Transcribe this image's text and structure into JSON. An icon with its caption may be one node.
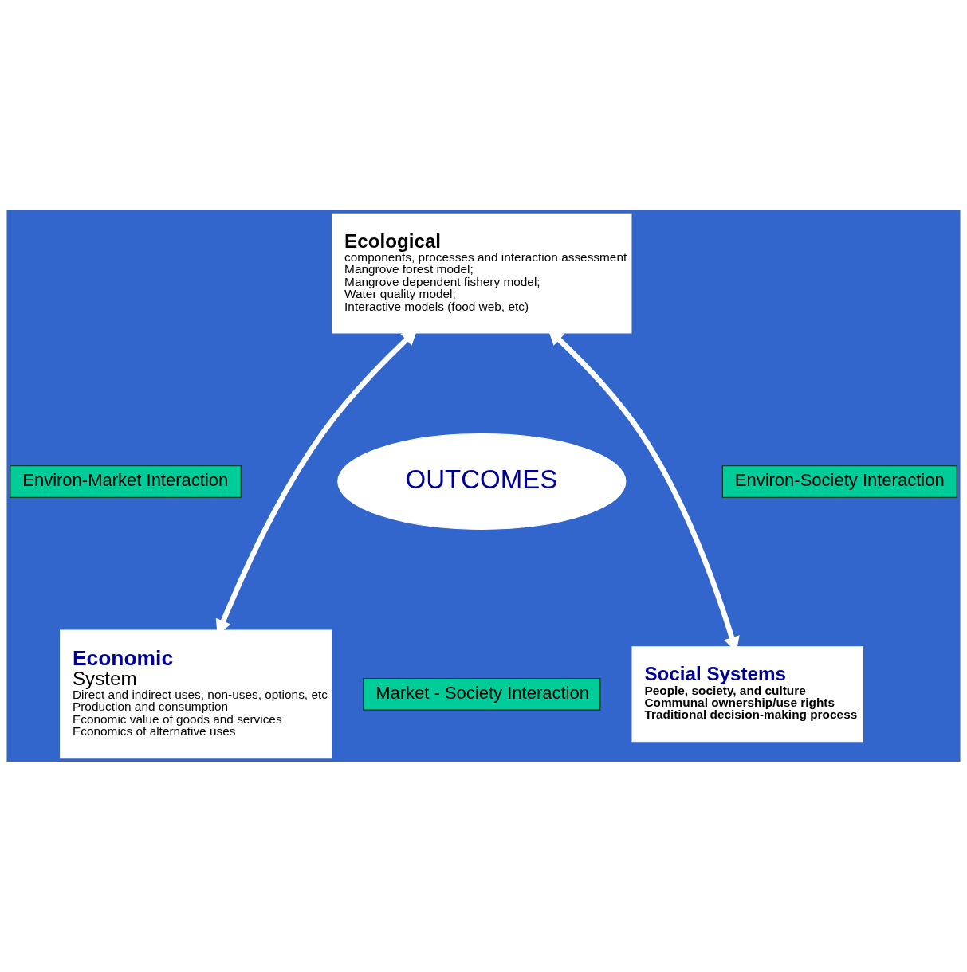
{
  "diagram": {
    "nodes": [
      {
        "text": [
          "Ecological",
          "components, processes and interaction assessment",
          "Mangrove forest model;",
          "Mangrove dependent fishery model;",
          "Water quality model;",
          "Interactive models (food web, etc)"
        ]
      },
      {
        "text": [
          "Environ-Market Interaction"
        ]
      },
      {
        "text": [
          "OUTCOMES"
        ]
      },
      {
        "text": [
          "Environ-Society Interaction"
        ]
      },
      {
        "text": [
          "Economic",
          "System",
          "Direct and indirect uses, non-uses, options, etc",
          "Production and consumption",
          "Economic value of goods and services",
          "Economics of alternative uses"
        ]
      },
      {
        "text": [
          "Market - Society Interaction"
        ]
      },
      {
        "text": [
          "Social Systems",
          "People, society, and culture",
          "Communal ownership/use rights",
          "Traditional decision-making process"
        ]
      }
    ],
    "edges": [
      {
        "from": 0,
        "to": 4,
        "arrow": "both"
      },
      {
        "from": 0,
        "to": 6,
        "arrow": "both"
      }
    ]
  }
}
